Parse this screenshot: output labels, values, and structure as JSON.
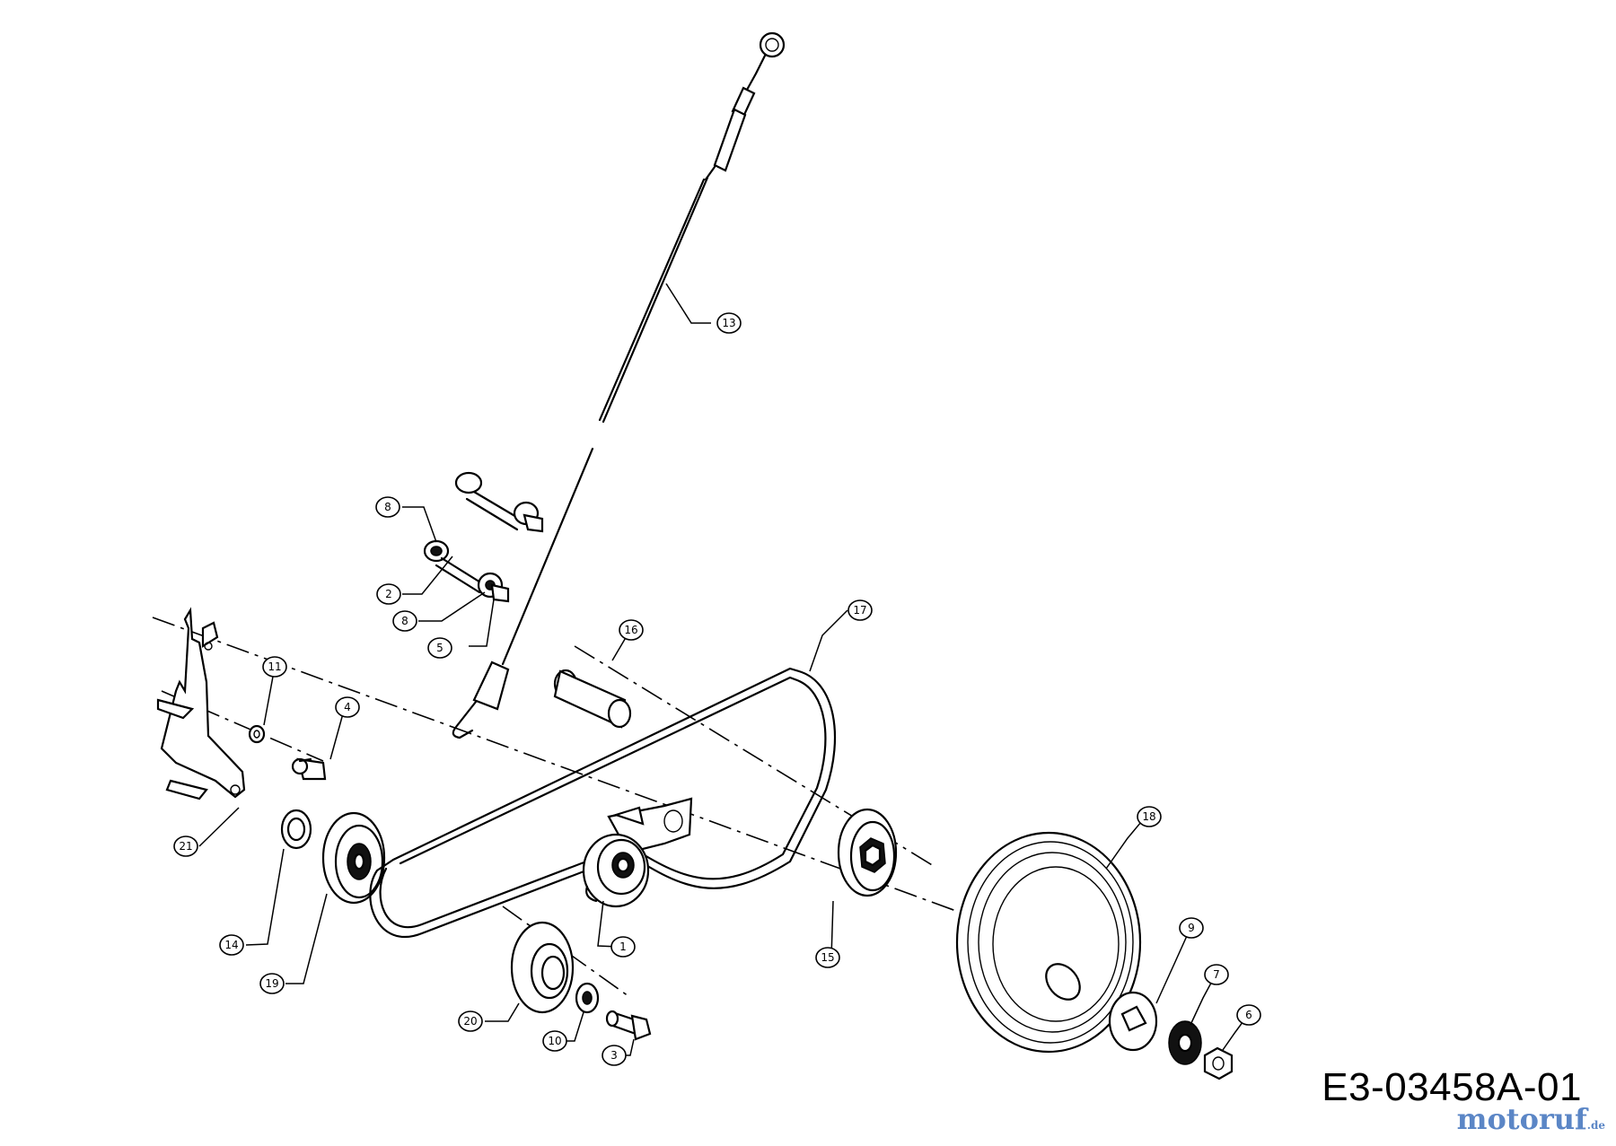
{
  "drawing_number": "E3-03458A-01",
  "watermark": {
    "name": "motoruf",
    "tld": ".de"
  },
  "callouts": [
    "13",
    "8",
    "2",
    "8",
    "5",
    "16",
    "17",
    "11",
    "4",
    "21",
    "14",
    "19",
    "1",
    "15",
    "18",
    "20",
    "10",
    "3",
    "9",
    "7",
    "6"
  ]
}
